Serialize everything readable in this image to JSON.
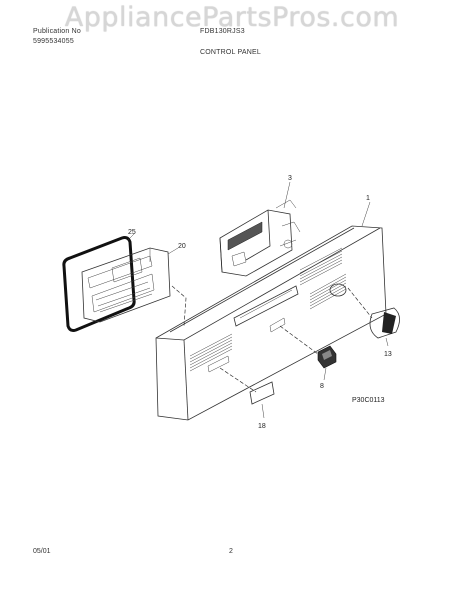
{
  "watermark": "AppliancePartsPros.com",
  "header": {
    "publication_label": "Publication No",
    "publication_number": "5995534055",
    "model": "FDB130RJS3",
    "section_title": "CONTROL PANEL"
  },
  "callouts": {
    "c1": "1",
    "c3": "3",
    "c8": "8",
    "c13": "13",
    "c18": "18",
    "c20": "20",
    "c25": "25"
  },
  "diagram_code": "P30C0113",
  "footer": {
    "date": "05/01",
    "page": "2"
  }
}
